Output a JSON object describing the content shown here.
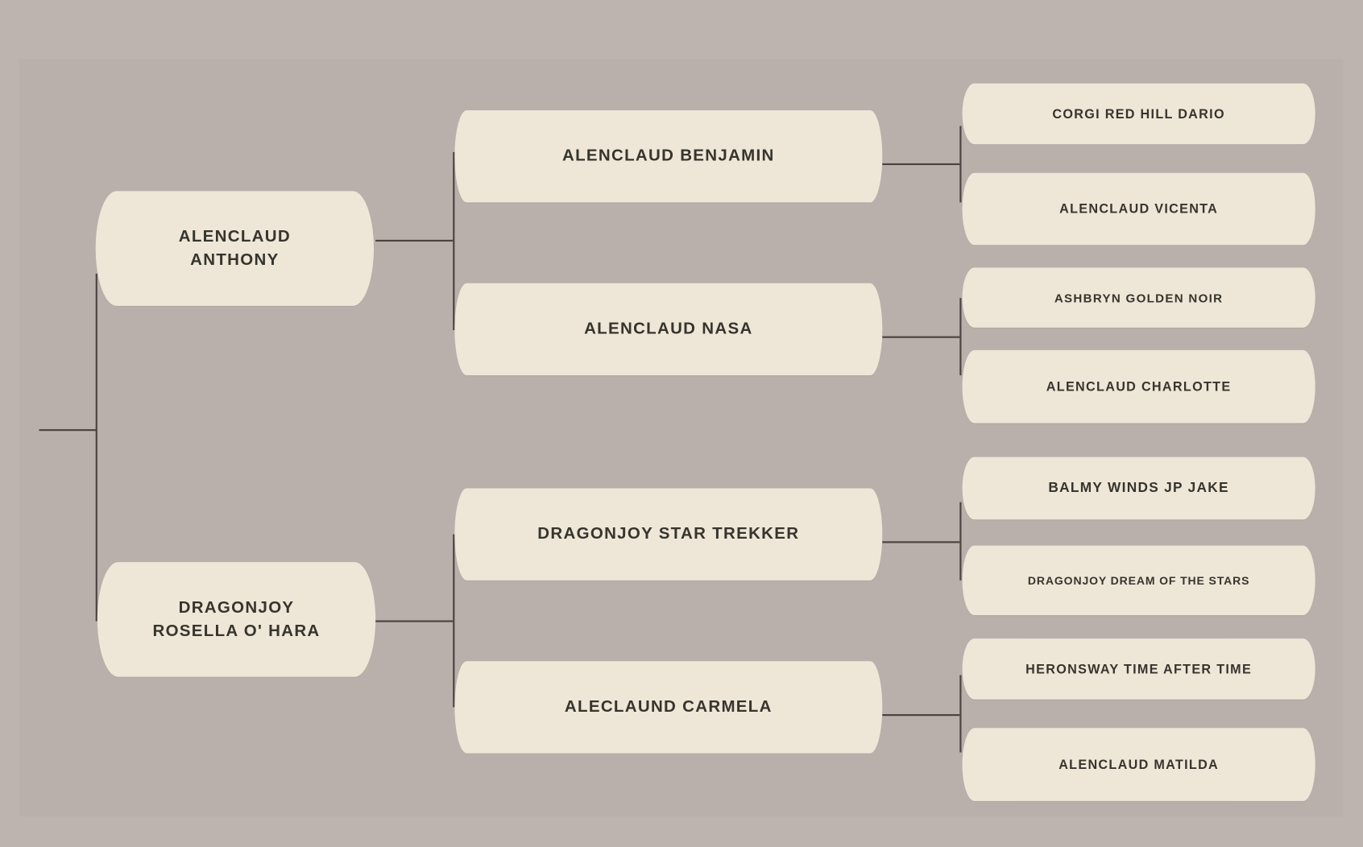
{
  "pedigree": {
    "parents": [
      {
        "name": "ALENCLAUD\nANTHONY",
        "line1": "ALENCLAUD",
        "line2": "ANTHONY"
      },
      {
        "name": "DRAGONJOY\nROSELLA O' HARA",
        "line1": "DRAGONJOY",
        "line2": "ROSELLA O' HARA"
      }
    ],
    "grandparents": [
      "ALENCLAUD BENJAMIN",
      "ALENCLAUD NASA",
      "DRAGONJOY STAR TREKKER",
      "ALECLAUND CARMELA"
    ],
    "great_grandparents": [
      "CORGI RED HILL DARIO",
      "ALENCLAUD VICENTA",
      "ASHBRYN GOLDEN NOIR",
      "ALENCLAUD CHARLOTTE",
      "BALMY WINDS JP JAKE",
      "DRAGONJOY DREAM OF THE STARS",
      "HERONSWAY TIME AFTER TIME",
      "ALENCLAUD MATILDA"
    ]
  },
  "colors": {
    "background": "#bcb3ae",
    "box": "#eee7d8",
    "text": "#36342d",
    "line": "#4a4340"
  }
}
